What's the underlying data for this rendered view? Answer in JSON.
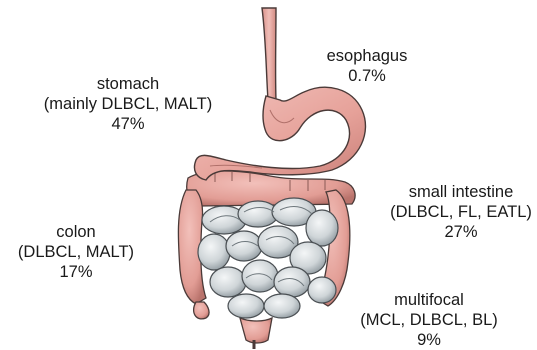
{
  "labels": {
    "esophagus": {
      "name": "esophagus",
      "percent": "0.7%"
    },
    "stomach": {
      "name": "stomach",
      "subtypes": "(mainly DLBCL, MALT)",
      "percent": "47%"
    },
    "small_intestine": {
      "name": "small intestine",
      "subtypes": "(DLBCL, FL, EATL)",
      "percent": "27%"
    },
    "colon": {
      "name": "colon",
      "subtypes": "(DLBCL, MALT)",
      "percent": "17%"
    },
    "multifocal": {
      "name": "multifocal",
      "subtypes": "(MCL, DLBCL, BL)",
      "percent": "9%"
    }
  },
  "colors": {
    "stomach_fill": "#e9a9a3",
    "stomach_shadow": "#c97f78",
    "intestine_fill": "#d8dde0",
    "intestine_shadow": "#8f999f",
    "colon_fill": "#e4a39c",
    "outline": "#4a3a38"
  }
}
